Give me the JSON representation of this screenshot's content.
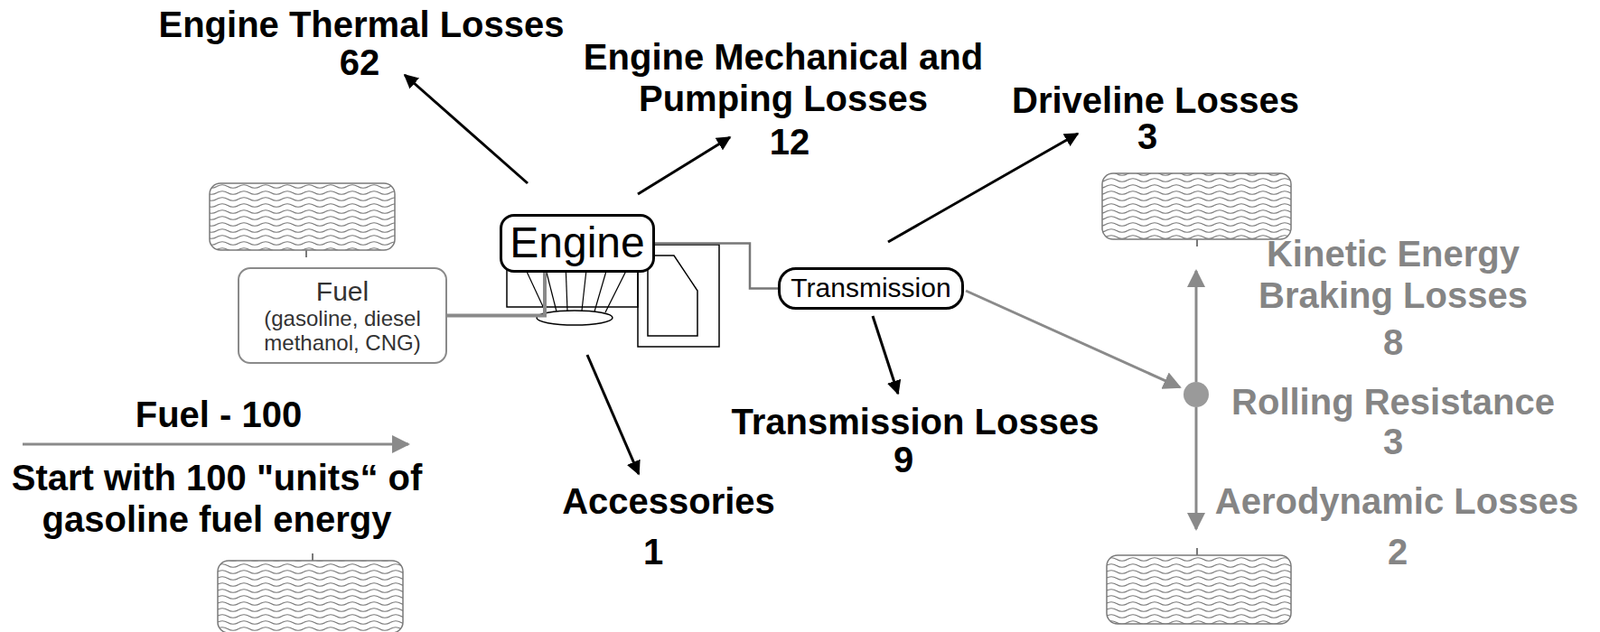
{
  "diagram": {
    "nodes": [
      {
        "text": [
          "Engine"
        ]
      },
      {
        "text": [
          "Fuel",
          "(gasoline, diesel methanol, CNG)"
        ]
      },
      {
        "text": [
          "Transmission"
        ]
      }
    ],
    "edges": [
      {
        "from": 1,
        "to": 0,
        "arrow": "none"
      },
      {
        "from": 0,
        "to": 2,
        "arrow": "none"
      }
    ],
    "labels": [
      "Engine Thermal Losses",
      "62",
      "Engine Mechanical and Pumping Losses",
      "12",
      "Driveline Losses",
      "3",
      "Kinetic Energy Braking Losses",
      "8",
      "Rolling Resistance",
      "3",
      "Fuel - 100",
      "Transmission Losses",
      "9",
      "Start with 100 \"units“ of gasoline fuel energy",
      "Aerodynamic Losses",
      "2",
      "Accessories",
      "1"
    ]
  }
}
